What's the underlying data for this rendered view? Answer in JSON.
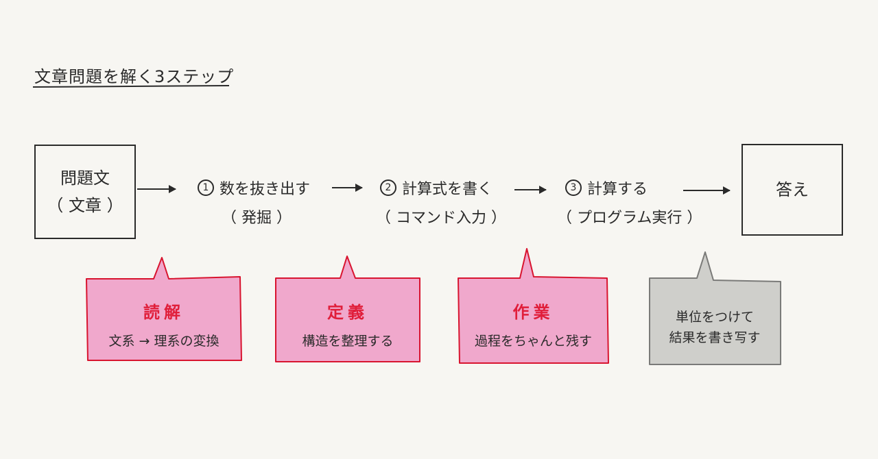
{
  "title": "文章問題を解く3ステップ",
  "problem_box": {
    "line1": "問題文",
    "line2": "（ 文章 ）"
  },
  "answer_box": {
    "label": "答え"
  },
  "steps": [
    {
      "number": "1",
      "label": "数を抜き出す",
      "sub": "（ 発掘 ）"
    },
    {
      "number": "2",
      "label": "計算式を書く",
      "sub": "（ コマンド入力 ）"
    },
    {
      "number": "3",
      "label": "計算する",
      "sub": "（ プログラム実行 ）"
    }
  ],
  "notes": [
    {
      "title": "読解",
      "text": "文系 → 理系の変換"
    },
    {
      "title": "定義",
      "text": "構造を整理する"
    },
    {
      "title": "作業",
      "text": "過程をちゃんと残す"
    },
    {
      "line1": "単位をつけて",
      "line2": "結果を書き写す"
    }
  ],
  "colors": {
    "highlight": "#eeaccb",
    "note_fill": "#f0a8cc",
    "note_border": "#d8142f",
    "note_title": "#e01e3a",
    "gray_fill": "#cfcfcb",
    "gray_border": "#7a7a78",
    "ink": "#2a2a2a",
    "background": "#f7f6f2"
  }
}
